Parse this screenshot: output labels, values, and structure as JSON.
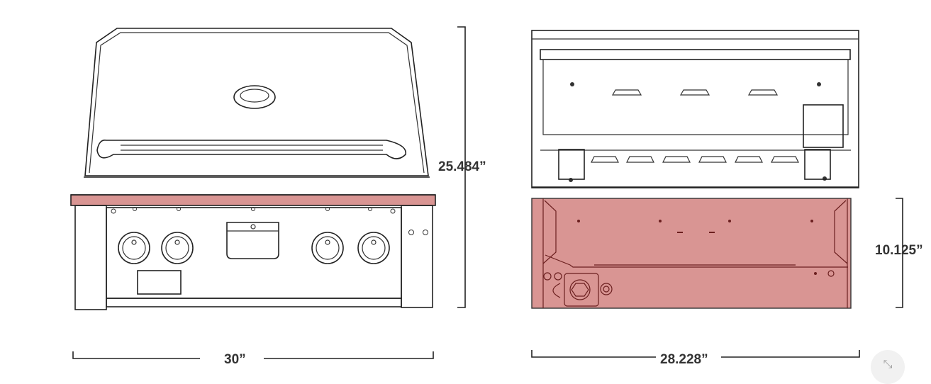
{
  "dimensions": {
    "front_height": "25.484”",
    "front_width": "30”",
    "back_width": "28.228”",
    "back_cutout_height": "10.125”"
  },
  "colors": {
    "highlight": "#d99593",
    "line": "#222222"
  },
  "icons": {
    "exit_fullscreen": "compress-icon"
  }
}
